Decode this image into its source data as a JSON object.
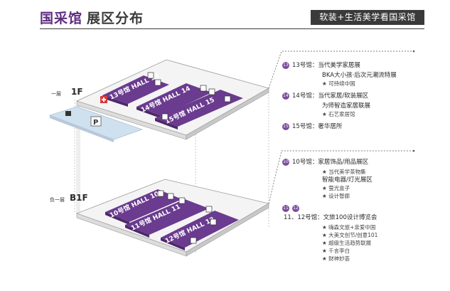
{
  "header": {
    "title_part1": "国采馆",
    "title_part2": "展区分布",
    "badge": "软装+生活美学看国采馆"
  },
  "floors": {
    "upper": {
      "name": "1F",
      "sub": "一层"
    },
    "lower": {
      "name": "B1F",
      "sub": "负一层"
    }
  },
  "halls": {
    "h13": "13号馆 HALL 13",
    "h14": "14号馆 HALL 14",
    "h15": "15号馆 HALL 15",
    "h10": "10号馆 HALL 10",
    "h11": "11号馆 HALL 11",
    "h12": "12号馆 HALL 12"
  },
  "parking_label": "P",
  "accent_color": "#5f2c82",
  "upper_list": {
    "g13": {
      "num": "13",
      "title": "13号馆：当代美学家居展",
      "line2": "BKA大小孩·后次元潮流特展",
      "brands": [
        "★ 可持续中国"
      ]
    },
    "g14": {
      "num": "14",
      "title": "14号馆：当代家居/软装展区",
      "line2": "为师智造家居联展",
      "brands": [
        "★ 石艺家居馆"
      ]
    },
    "g15": {
      "num": "15",
      "title": "15号馆：奢华居所"
    }
  },
  "lower_list": {
    "g10": {
      "num": "10",
      "title": "10号馆：家居饰品/用品展区",
      "brands_a": [
        "★ 当代美学茶物集"
      ],
      "line2": "智能电器/灯光展区",
      "brands_b": [
        "★ 萤光盒子",
        "★ 设计智廊"
      ]
    },
    "g1112": {
      "num1": "11",
      "num2": "12",
      "title": "11、12号馆：文旅100设计博览会",
      "brands": [
        "★ 嗨森文旅+亲爱中国",
        "★ 大美文创节/创意101",
        "★ 超级生活趋势联展",
        "★ 千言李白",
        "★ 财神妙荟"
      ]
    }
  }
}
